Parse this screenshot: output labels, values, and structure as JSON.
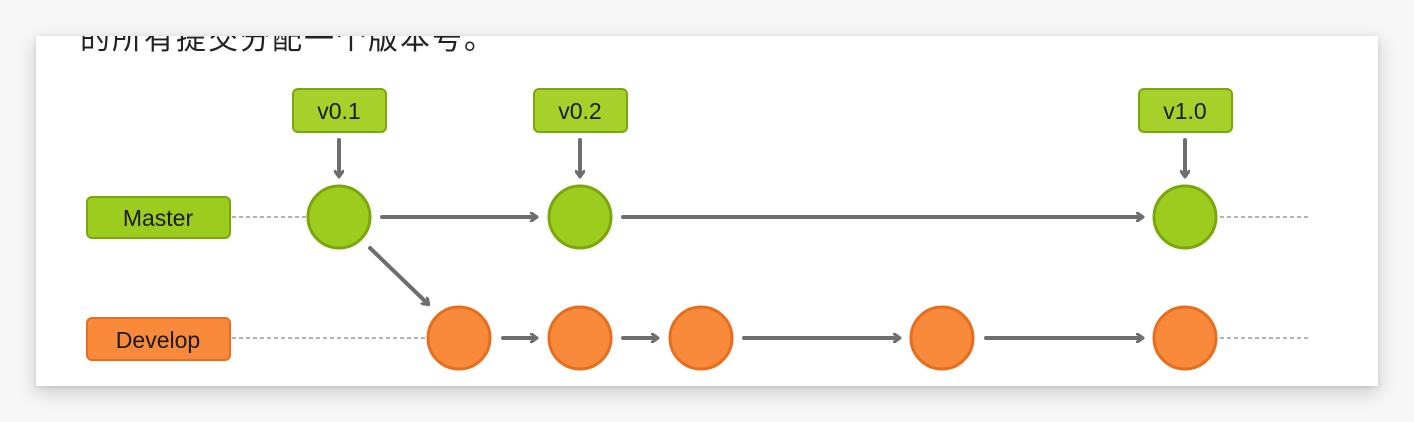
{
  "intro_text": "的所有提交分配一个版本号。",
  "branches": [
    {
      "id": "master",
      "label": "Master",
      "fill": "#9ccc1e",
      "stroke": "#7aa80c"
    },
    {
      "id": "develop",
      "label": "Develop",
      "fill": "#f98a3c",
      "stroke": "#e66e1e"
    }
  ],
  "tags": [
    {
      "label": "v0.1",
      "commit": "m1"
    },
    {
      "label": "v0.2",
      "commit": "m2"
    },
    {
      "label": "v1.0",
      "commit": "m3"
    }
  ],
  "commits": [
    {
      "id": "m1",
      "branch": "master"
    },
    {
      "id": "m2",
      "branch": "master"
    },
    {
      "id": "m3",
      "branch": "master"
    },
    {
      "id": "d1",
      "branch": "develop"
    },
    {
      "id": "d2",
      "branch": "develop"
    },
    {
      "id": "d3",
      "branch": "develop"
    },
    {
      "id": "d4",
      "branch": "develop"
    },
    {
      "id": "d5",
      "branch": "develop"
    }
  ],
  "edges": [
    {
      "from": "m1",
      "to": "m2"
    },
    {
      "from": "m2",
      "to": "m3"
    },
    {
      "from": "m1",
      "to": "d1"
    },
    {
      "from": "d1",
      "to": "d2"
    },
    {
      "from": "d2",
      "to": "d3"
    },
    {
      "from": "d3",
      "to": "d4"
    },
    {
      "from": "d4",
      "to": "d5"
    }
  ],
  "colors": {
    "arrow": "#6e6e6e",
    "dashed_line": "#9a9a9a",
    "tag_fill": "#a6d12a",
    "tag_stroke": "#7aa80c"
  }
}
